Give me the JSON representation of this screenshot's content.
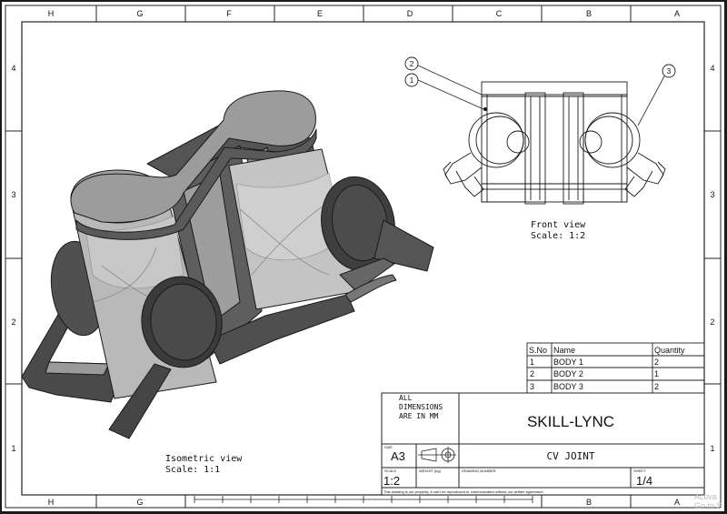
{
  "border": {
    "top_letters": [
      "H",
      "G",
      "F",
      "E",
      "D",
      "C",
      "B",
      "A"
    ],
    "bottom_letters": [
      "H",
      "G",
      "B",
      "A"
    ],
    "row_numbers": [
      "4",
      "3",
      "2",
      "1"
    ]
  },
  "isometric": {
    "label": "Isometric view",
    "scale": "Scale:  1:1"
  },
  "front": {
    "label": "Front view",
    "scale": "Scale:  1:2"
  },
  "balloons": [
    "2",
    "1",
    "3"
  ],
  "bom": {
    "headers": [
      "S.No",
      "Name",
      "Quantity"
    ],
    "rows": [
      [
        "1",
        "BODY 1",
        "2"
      ],
      [
        "2",
        "BODY 2",
        "1"
      ],
      [
        "3",
        "BODY 3",
        "2"
      ]
    ]
  },
  "title_block": {
    "dim_note": [
      "ALL",
      "DIMENSIONS",
      "ARE IN MM"
    ],
    "company": "SKILL-LYNC",
    "size_label": "SIZE",
    "size": "A3",
    "weight_label": "WEIGHT (kg)",
    "drawing_number_label": "DRAWING NUMBER",
    "title": "CV JOINT",
    "scale_label": "SCALE",
    "scale": "1:2",
    "sheet_label": "SHEET",
    "sheet": "1/4",
    "notice": "This drawing is our property; it can't be reproduced or communicated without our written agreement."
  },
  "watermark": [
    "Activa",
    "Go to S"
  ]
}
